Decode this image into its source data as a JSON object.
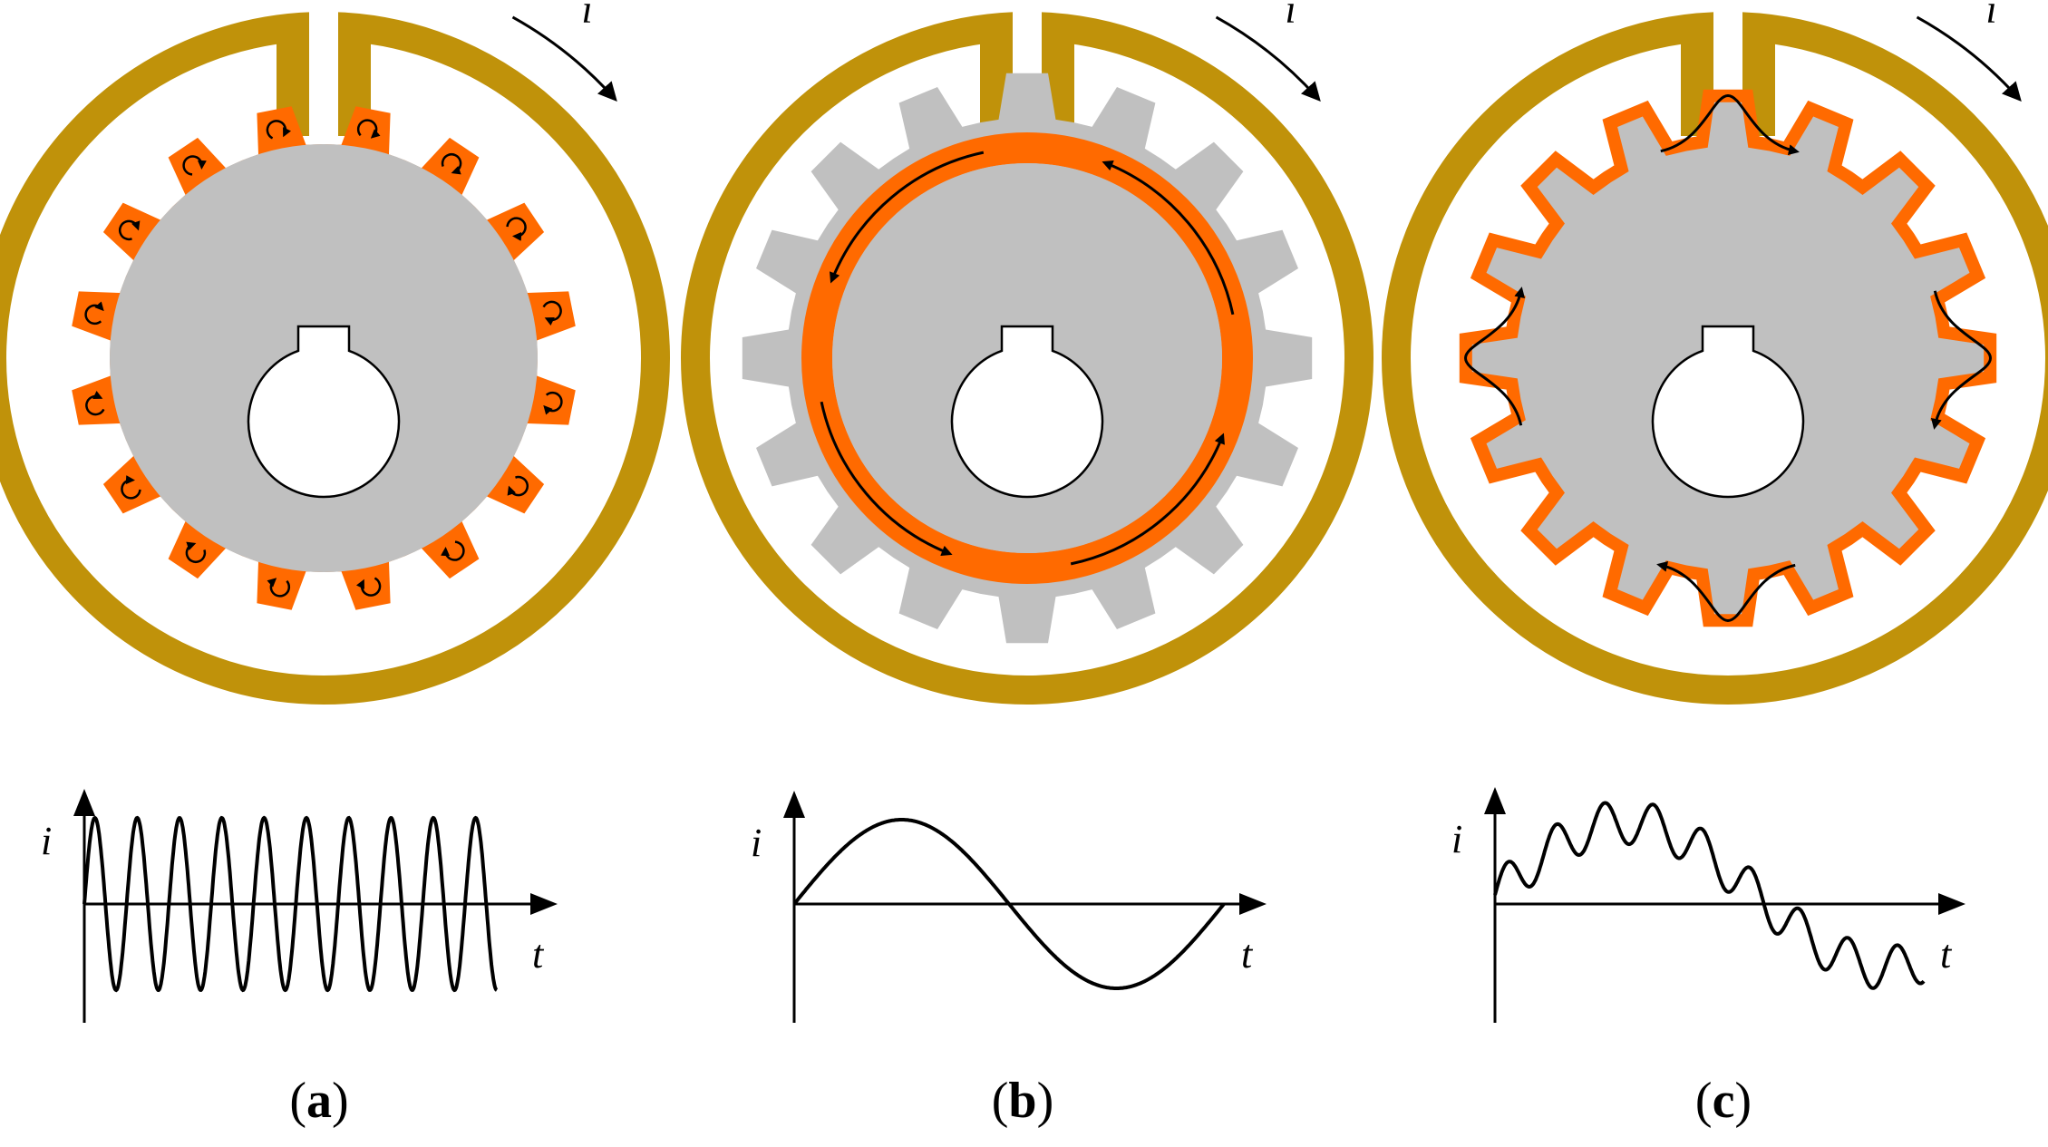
{
  "colors": {
    "sensor": "#C0920A",
    "current": "#FF6A00",
    "gear": "#C0C0C0",
    "arrow": "#000000",
    "background": "#FFFFFF"
  },
  "panels": [
    {
      "id": "a",
      "flow_arrow_label": "i",
      "plot": {
        "y_label": "i",
        "x_label": "t"
      },
      "caption": {
        "open": "(",
        "letter": "a",
        "close": ")"
      }
    },
    {
      "id": "b",
      "flow_arrow_label": "i",
      "plot": {
        "y_label": "i",
        "x_label": "t"
      },
      "caption": {
        "open": "(",
        "letter": "b",
        "close": ")"
      }
    },
    {
      "id": "c",
      "flow_arrow_label": "i",
      "plot": {
        "y_label": "i",
        "x_label": "t"
      },
      "caption": {
        "open": "(",
        "letter": "c",
        "close": ")"
      }
    }
  ]
}
